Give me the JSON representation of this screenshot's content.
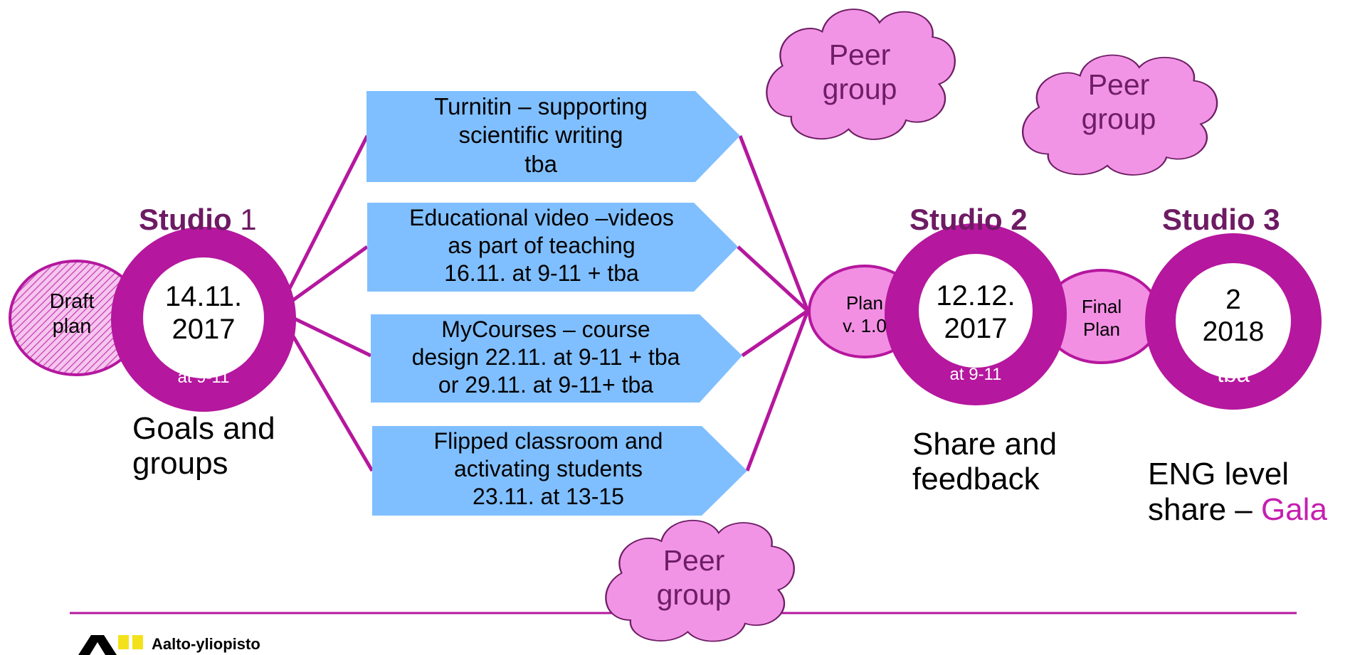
{
  "colors": {
    "accent_purple": "#b5179e",
    "dark_purple": "#6d1b63",
    "pink_fill": "#f28fe3",
    "cloud_fill": "#f294e5",
    "arrow_blue": "#80bfff",
    "gala_pink": "#c51fb0"
  },
  "draft_plan": {
    "label": "Draft\nplan"
  },
  "studio1": {
    "title_bold": "Studio",
    "title_num": " 1",
    "date": "14.11.\n2017",
    "time": "at 9-11",
    "caption": "Goals and\ngroups"
  },
  "workshops": [
    {
      "label": "Turnitin – supporting\nscientific writing\ntba"
    },
    {
      "label": "Educational video –videos\nas part of teaching\n16.11. at 9-11 + tba"
    },
    {
      "label": "MyCourses – course\ndesign 22.11. at 9-11 + tba\nor 29.11. at 9-11+ tba"
    },
    {
      "label": "Flipped classroom and\nactivating students\n23.11. at 13-15"
    }
  ],
  "plan_v1": {
    "label": "Plan\nv. 1.0"
  },
  "studio2": {
    "title": "Studio 2",
    "date": "12.12.\n2017",
    "time": "at 9-11",
    "caption": "Share and\nfeedback"
  },
  "final_plan": {
    "label": "Final\nPlan"
  },
  "studio3": {
    "title": "Studio 3",
    "date": "2\n2018",
    "time": "tba",
    "caption_main": "ENG level\nshare – ",
    "caption_highlight": "Gala"
  },
  "peer_groups": [
    {
      "label": "Peer\ngroup"
    },
    {
      "label": "Peer\ngroup"
    },
    {
      "label": "Peer\ngroup"
    }
  ],
  "brand": {
    "name": "Aalto-yliopisto"
  }
}
